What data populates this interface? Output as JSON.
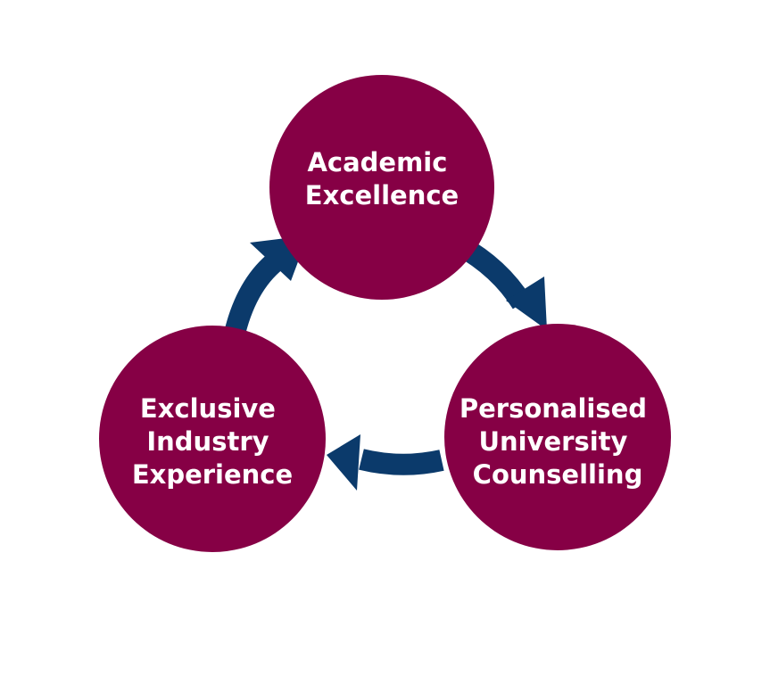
{
  "colors": {
    "node": "#860045",
    "arrow": "#0b3a6b",
    "background": "#ffffff"
  },
  "nodes": [
    {
      "id": "academic",
      "lines": [
        "Academic",
        "Excellence"
      ]
    },
    {
      "id": "counselling",
      "lines": [
        "Personalised",
        "University",
        "Counselling"
      ]
    },
    {
      "id": "industry",
      "lines": [
        "Exclusive",
        "Industry",
        "Experience"
      ]
    }
  ],
  "arrows": [
    {
      "id": "academic-to-counselling",
      "from": "academic",
      "to": "counselling"
    },
    {
      "id": "counselling-to-industry",
      "from": "counselling",
      "to": "industry"
    },
    {
      "id": "industry-to-academic",
      "from": "industry",
      "to": "academic"
    }
  ]
}
